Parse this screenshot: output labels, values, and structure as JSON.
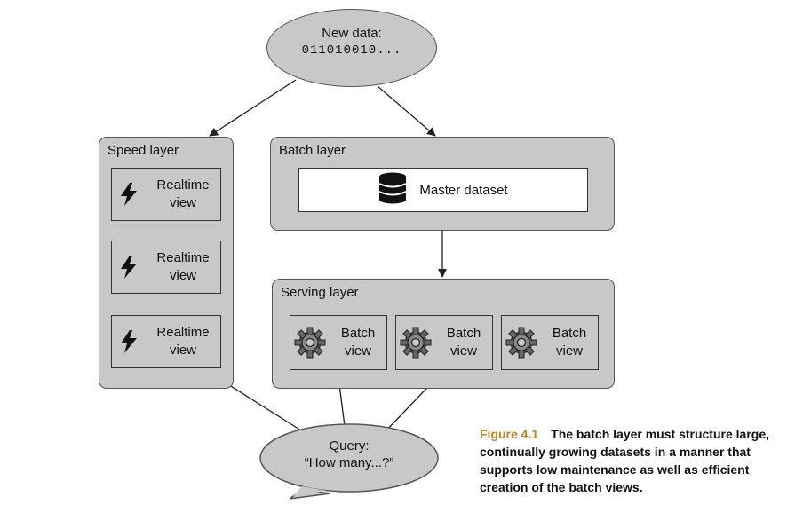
{
  "new_data": {
    "title": "New data:",
    "bits": "011010010..."
  },
  "speed_layer": {
    "title": "Speed layer",
    "views": [
      {
        "line1": "Realtime",
        "line2": "view"
      },
      {
        "line1": "Realtime",
        "line2": "view"
      },
      {
        "line1": "Realtime",
        "line2": "view"
      }
    ]
  },
  "batch_layer": {
    "title": "Batch layer",
    "master": "Master dataset"
  },
  "serving_layer": {
    "title": "Serving layer",
    "views": [
      {
        "line1": "Batch",
        "line2": "view"
      },
      {
        "line1": "Batch",
        "line2": "view"
      },
      {
        "line1": "Batch",
        "line2": "view"
      }
    ]
  },
  "query": {
    "line1": "Query:",
    "line2": "“How many...?”"
  },
  "caption": {
    "figure": "Figure 4.1",
    "text": "The batch layer must structure large, continually growing datasets in a manner that supports low maintenance as well as efficient creation of the batch views."
  },
  "icons": {
    "speed": "lightning-bolt-icon",
    "batch": "gear-icon",
    "master": "database-icon"
  },
  "colors": {
    "box_fill": "#c8c8c8",
    "caption_accent": "#b5892a"
  }
}
